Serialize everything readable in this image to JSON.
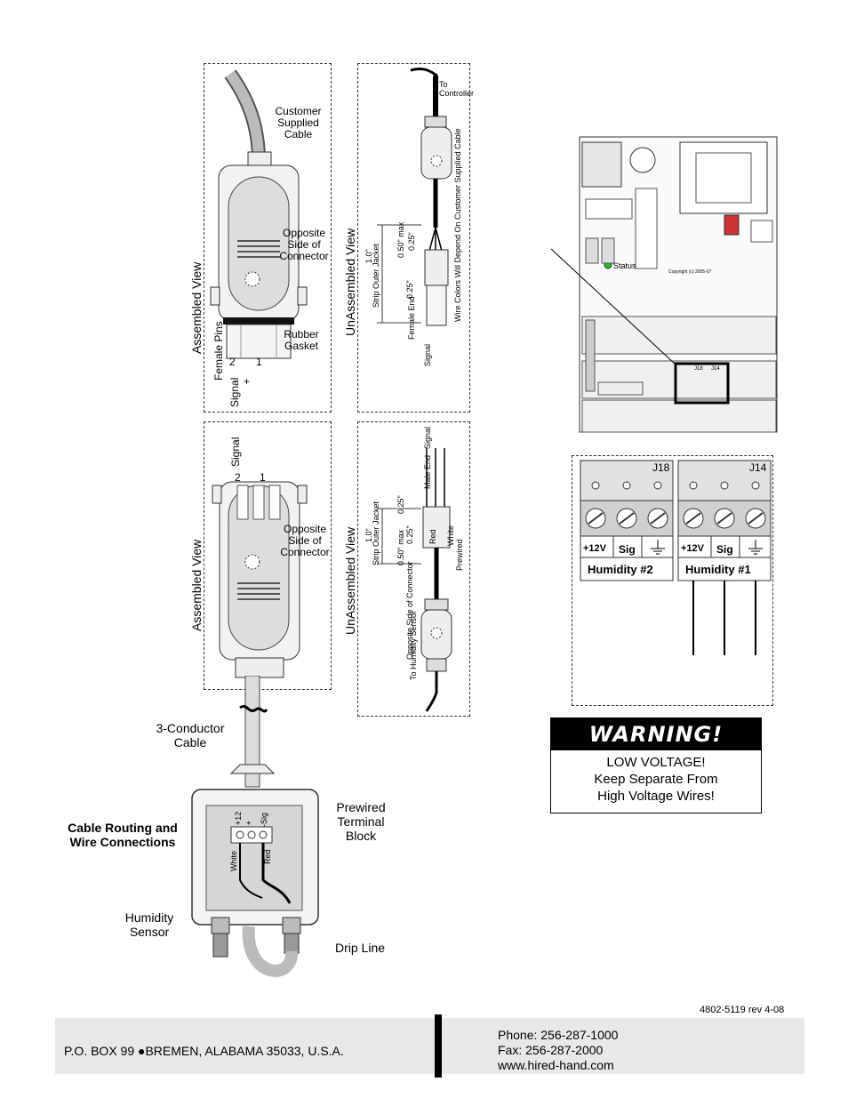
{
  "panel_top_left": {
    "customer_cable": "Customer Supplied Cable",
    "opposite_side": "Opposite Side of Connector",
    "rubber_gasket": "Rubber Gasket",
    "assembled_view": "Assembled View",
    "female_pins": "Female Pins",
    "pin_signal": "Signal",
    "pin_2": "2",
    "pin_plus": "+",
    "pin_1": "1"
  },
  "panel_top_right": {
    "to_controller": "To Controller",
    "unassembled_view": "UnAssembled View",
    "wire_colors_note": "Wire Colors Will Depend On Customer Supplied Cable",
    "strip_outer_jacket": "Strip Outer Jacket",
    "dim_1_0": "1.0\"",
    "dim_050": "0.50\" max",
    "dim_025a": "0.25\"",
    "dim_025b": "0.25\"",
    "female_end": "Female End",
    "signal": "Signal"
  },
  "panel_bottom_left": {
    "signal": "Signal",
    "pin_2": "2",
    "pin_1": "1",
    "opposite_side": "Opposite Side of Connector",
    "assembled_view": "Assembled View"
  },
  "panel_bottom_right": {
    "signal": "Signal",
    "male_end": "Male End",
    "dim_025a": "0.25\"",
    "dim_1_0": "1.0\"",
    "strip_outer_jacket": "Strip Outer Jacket",
    "dim_025b": "0.25\"",
    "dim_050": "0.50\" max",
    "red": "Red",
    "white": "White",
    "prewired": "Prewired",
    "unassembled_view": "UnAssembled View",
    "opposite_side": "Opposite Side of Connector",
    "to_humidity_sensor": "To Humidity Sensor"
  },
  "bottom_diagram": {
    "three_conductor": "3-Conductor Cable",
    "prewired_block": "Prewired Terminal Block",
    "cable_routing": "Cable Routing and Wire Connections",
    "humidity_sensor": "Humidity Sensor",
    "drip_line": "Drip Line",
    "white": "White",
    "red": "Red",
    "term_plus12": "+12",
    "term_plus": "+",
    "term_sig": "-Sig"
  },
  "board": {
    "status": "Status",
    "copyright": "Copyright (c) 2005-07",
    "j18": "J18",
    "j14": "J14"
  },
  "terminals": {
    "j18_label": "J18",
    "j14_label": "J14",
    "plus12v": "+12V",
    "sig": "Sig",
    "humidity2": "Humidity #2",
    "humidity1": "Humidity #1"
  },
  "warning": {
    "title": "WARNING!",
    "line1": "LOW VOLTAGE!",
    "line2": "Keep Separate From",
    "line3": "High Voltage Wires!"
  },
  "doc_number": "4802-5119 rev 4-08",
  "footer": {
    "address": "P.O. BOX 99  ●BREMEN, ALABAMA 35033, U.S.A.",
    "phone": "Phone:  256-287-1000",
    "fax": "Fax:  256-287-2000",
    "web": "www.hired-hand.com"
  }
}
